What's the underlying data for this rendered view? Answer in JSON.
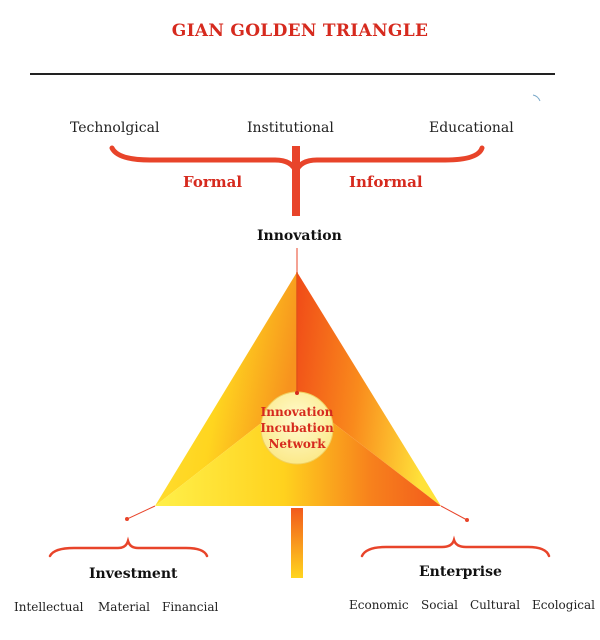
{
  "title": "GIAN GOLDEN TRIANGLE",
  "top_categories": [
    "Technolgical",
    "Institutional",
    "Educational"
  ],
  "formal": "Formal",
  "informal": "Informal",
  "apex": "Innovation",
  "center": [
    "Innovation",
    "Incubation",
    "Network"
  ],
  "left_node": "Investment",
  "right_node": "Enterprise",
  "left_items": [
    "Intellectual",
    "Material",
    "Financial"
  ],
  "right_items": [
    "Economic",
    "Social",
    "Cultural",
    "Ecological"
  ],
  "colors": {
    "title": "#d62a1e",
    "brace": "#e8442a",
    "gold": "#ffe23a",
    "orange": "#f25a1c"
  }
}
